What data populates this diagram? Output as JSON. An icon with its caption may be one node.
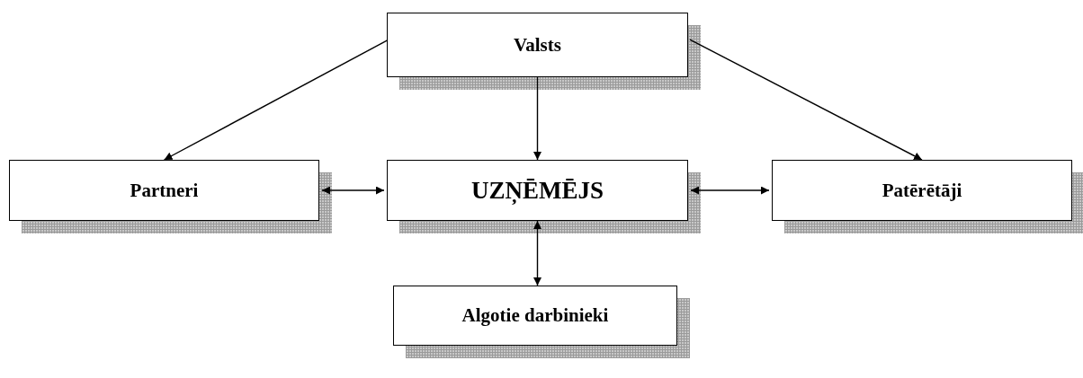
{
  "diagram": {
    "nodes": [
      {
        "text": [
          "Valsts"
        ]
      },
      {
        "text": [
          "Partneri"
        ]
      },
      {
        "text": [
          "UZŅĒMĒJS"
        ]
      },
      {
        "text": [
          "Patērētāji"
        ]
      },
      {
        "text": [
          "Algotie darbinieki"
        ]
      }
    ],
    "edges": [
      {
        "from": 0,
        "to": 1,
        "arrow": "to"
      },
      {
        "from": 0,
        "to": 2,
        "arrow": "to"
      },
      {
        "from": 0,
        "to": 3,
        "arrow": "to"
      },
      {
        "from": 1,
        "to": 2,
        "arrow": "both"
      },
      {
        "from": 2,
        "to": 3,
        "arrow": "both"
      },
      {
        "from": 2,
        "to": 4,
        "arrow": "both"
      }
    ]
  }
}
